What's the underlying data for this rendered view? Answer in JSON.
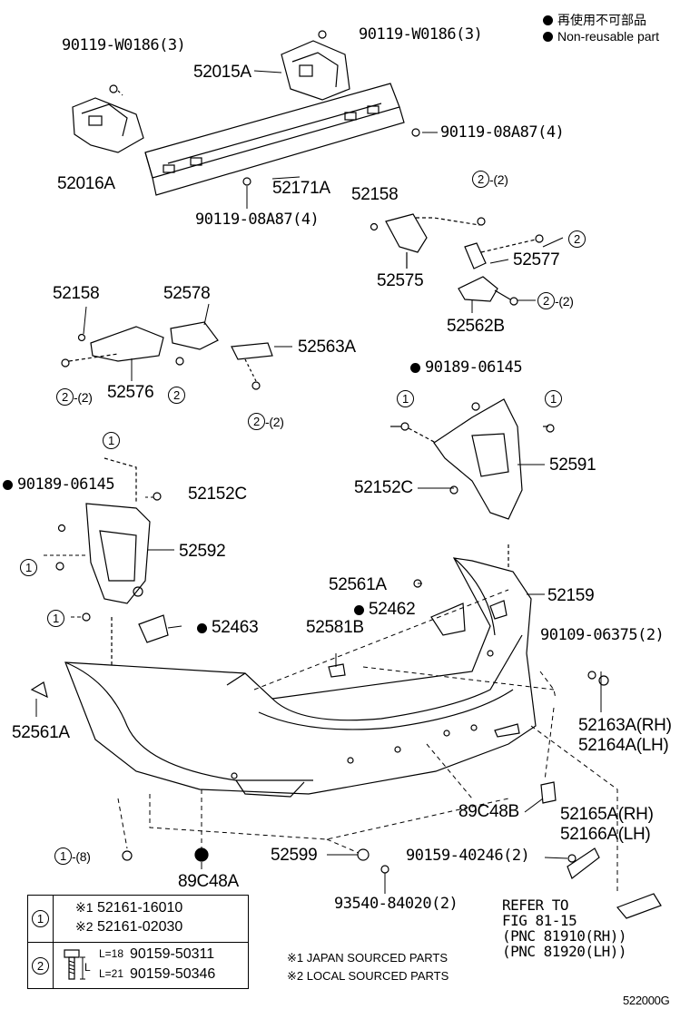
{
  "legend": {
    "reuse_jp": "再使用不可部品",
    "non_reusable": "Non-reusable part"
  },
  "labels": {
    "b1": "90119-W0186(3)",
    "b2": "90119-W0186(3)",
    "p52015A": "52015A",
    "b3": "90119-08A87(4)",
    "p52016A": "52016A",
    "p52171A": "52171A",
    "b4": "90119-08A87(4)",
    "p52158a": "52158",
    "p52575": "52575",
    "p52577": "52577",
    "p52562B": "52562B",
    "p52158b": "52158",
    "p52578": "52578",
    "p52563A": "52563A",
    "p52576": "52576",
    "b5": "90189-06145",
    "p52591": "52591",
    "b6": "90189-06145",
    "p52152Ca": "52152C",
    "p52152Cb": "52152C",
    "p52592": "52592",
    "p52561Aa": "52561A",
    "p52462": "52462",
    "p52159": "52159",
    "p52463": "52463",
    "p52581B": "52581B",
    "b7": "90109-06375(2)",
    "p52561Ab": "52561A",
    "p52163A": "52163A(RH)",
    "p52164A": "52164A(LH)",
    "p89C48B": "89C48B",
    "p52165A": "52165A(RH)",
    "p52166A": "52166A(LH)",
    "p52599": "52599",
    "b8": "90159-40246(2)",
    "p89C48A": "89C48A",
    "b9": "93540-84020(2)",
    "ref1": "REFER TO",
    "ref2": "FIG 81-15",
    "ref3": "(PNC 81910(RH))",
    "ref4": "(PNC 81920(LH))",
    "qty2": "-(2)",
    "qty8": "-(8)",
    "c1": "1",
    "c2": "2",
    "fig": "522000G"
  },
  "table": {
    "row1_key": "1",
    "row1_a_mark": "※1",
    "row1_a": "52161-16010",
    "row1_b_mark": "※2",
    "row1_b": "52161-02030",
    "row2_key": "2",
    "l18": "L=18",
    "l21": "L=21",
    "row2_a": "90159-50311",
    "row2_b": "90159-50346",
    "L": "L"
  },
  "notes": {
    "n1": "※1 JAPAN SOURCED PARTS",
    "n2": "※2 LOCAL SOURCED PARTS"
  }
}
